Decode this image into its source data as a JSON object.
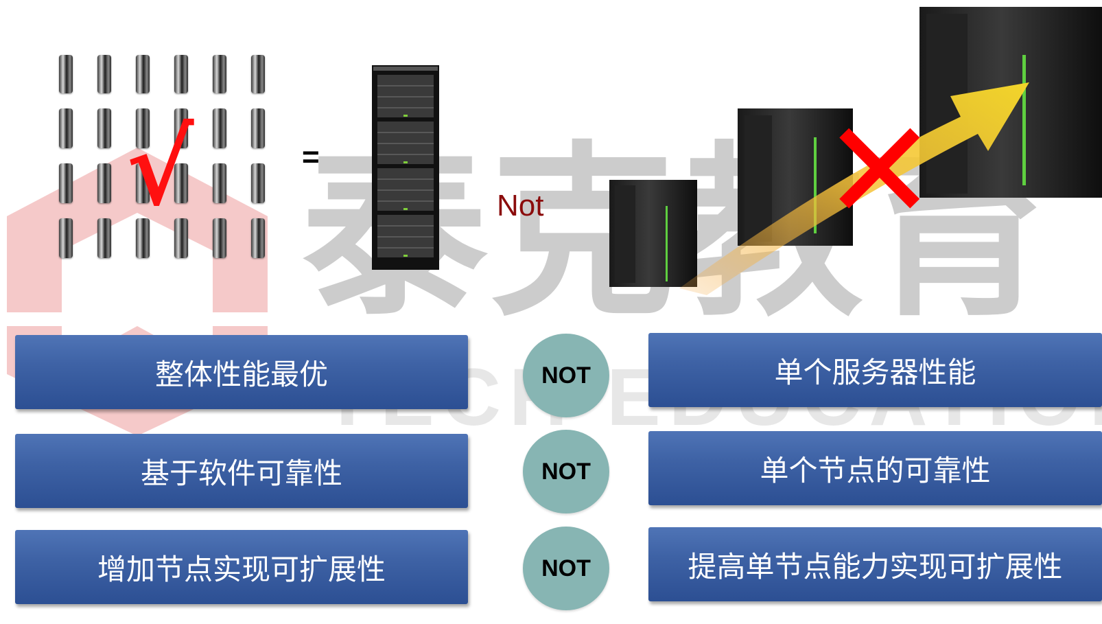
{
  "watermark": {
    "chinese": "泰克教育",
    "english": "TECH EDUCATION"
  },
  "symbols": {
    "equals": "=",
    "check": "√",
    "not": "Not",
    "cross": "✕"
  },
  "rows": [
    {
      "left": "整体性能最优",
      "connector": "NOT",
      "right": "单个服务器性能"
    },
    {
      "left": "基于软件可靠性",
      "connector": "NOT",
      "right": "单个节点的可靠性"
    },
    {
      "left": "增加节点实现可扩展性",
      "connector": "NOT",
      "right": "提高单节点能力实现可扩展性"
    }
  ],
  "colors": {
    "bar": "#3e62a5",
    "pill": "#87b5b3",
    "check": "#ff1010",
    "cross": "#ff0000",
    "not_text": "#8b0c0c"
  }
}
